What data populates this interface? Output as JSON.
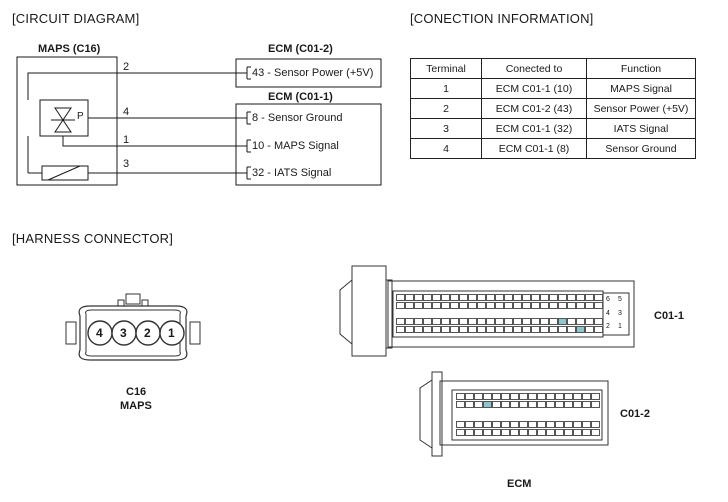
{
  "sections": {
    "circuit": "[CIRCUIT DIAGRAM]",
    "connection": "[CONECTION INFORMATION]",
    "harness": "[HARNESS CONNECTOR]"
  },
  "circuit": {
    "sensor_title": "MAPS (C16)",
    "ecm1_title": "ECM (C01-2)",
    "ecm2_title": "ECM (C01-1)",
    "sensor_pins": [
      "2",
      "4",
      "1",
      "3"
    ],
    "sensor_symbol": "P",
    "ecm_lines": [
      "43 - Sensor Power (+5V)",
      "8 - Sensor Ground",
      "10 - MAPS Signal",
      "32 - IATS Signal"
    ]
  },
  "table": {
    "headers": [
      "Terminal",
      "Conected to",
      "Function"
    ],
    "rows": [
      [
        "1",
        "ECM C01-1 (10)",
        "MAPS Signal"
      ],
      [
        "2",
        "ECM C01-2 (43)",
        "Sensor Power (+5V)"
      ],
      [
        "3",
        "ECM C01-1 (32)",
        "IATS Signal"
      ],
      [
        "4",
        "ECM C01-1 (8)",
        "Sensor Ground"
      ]
    ]
  },
  "harness": {
    "c16_pins": [
      "4",
      "3",
      "2",
      "1"
    ],
    "c16_label_1": "C16",
    "c16_label_2": "MAPS",
    "c01_1_label": "C01-1",
    "c01_2_label": "C01-2",
    "ecm_label": "ECM",
    "c01_1_side_pins": [
      "6",
      "5",
      "4",
      "3",
      "2",
      "1"
    ]
  },
  "colors": {
    "line": "#1a1a1a",
    "highlight_pin": "#8fc6cc"
  }
}
